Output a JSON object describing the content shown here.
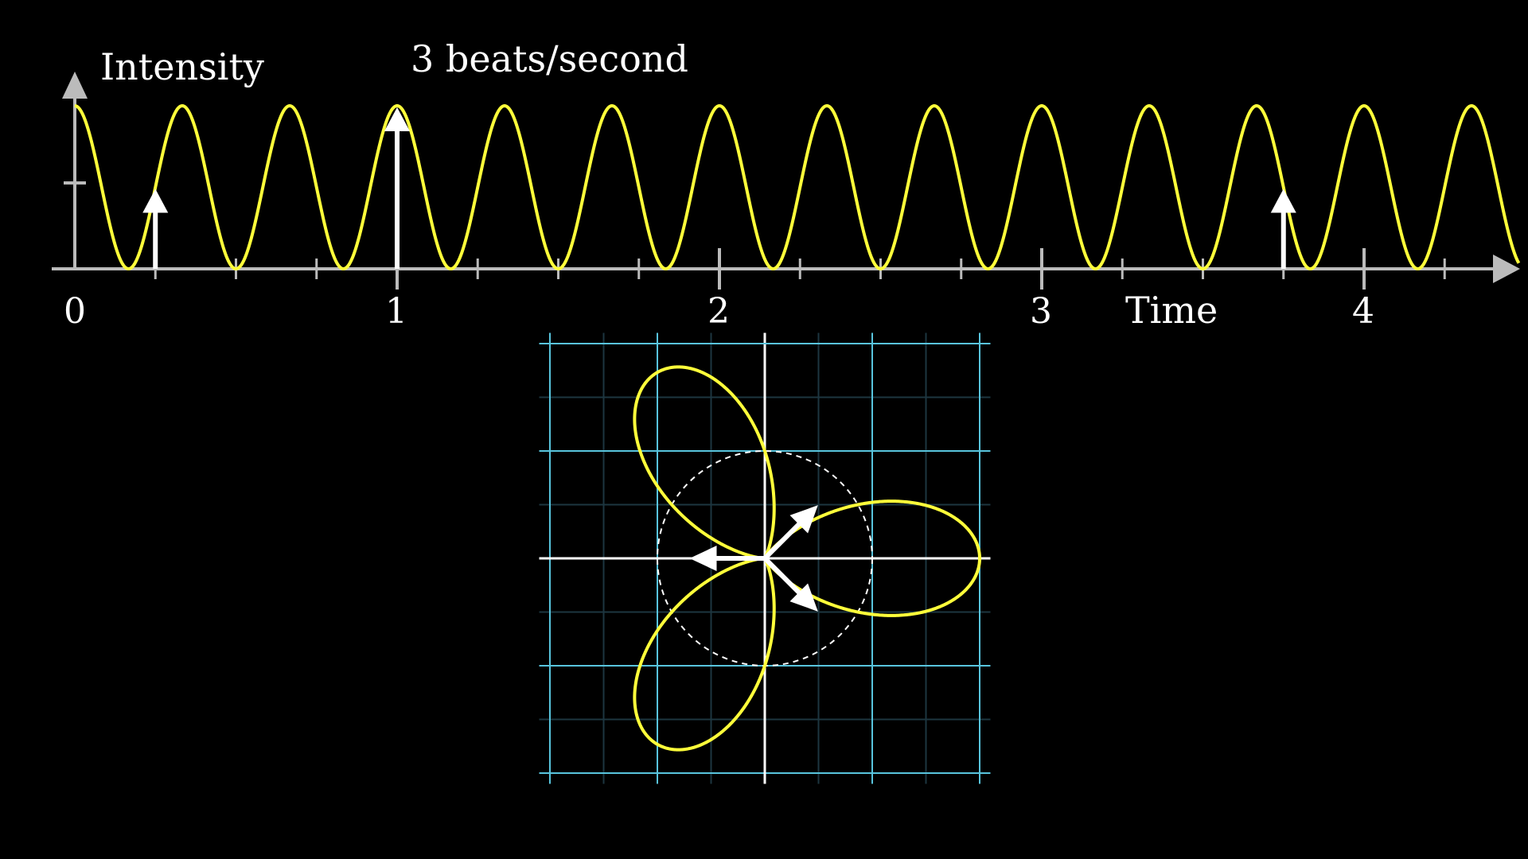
{
  "title": "3 beats/second",
  "axes": {
    "y_label": "Intensity",
    "x_label": "Time",
    "x_tick_labels": [
      "0",
      "1",
      "2",
      "3",
      "4"
    ]
  },
  "colors": {
    "background": "#000000",
    "signal": "#ffff3a",
    "axis": "#bbbbbb",
    "grid_major": "#58c4dd",
    "grid_minor": "#1d3640",
    "vector": "#ffffff"
  },
  "chart_data": {
    "type": "line",
    "signal": {
      "frequency": 3,
      "amplitude": 0.5,
      "offset": 0.5,
      "expression": "0.5 + 0.5*cos(2*pi*3*t)"
    },
    "xlim": [
      0,
      4.4
    ],
    "ylim": [
      0,
      1
    ],
    "x_ticks_major": [
      0,
      1,
      2,
      3,
      4
    ],
    "x_ticks_minor_step": 0.25,
    "y_ticks": [
      0.5
    ],
    "sample_vectors_time": [
      0.25,
      1.0,
      3.75
    ],
    "winding": {
      "winding_frequency": 1.5,
      "polar_grid_range": [
        -2,
        2
      ],
      "unit_circle": true,
      "winding_vectors_angle_deg": [
        180,
        45,
        -45
      ]
    }
  }
}
